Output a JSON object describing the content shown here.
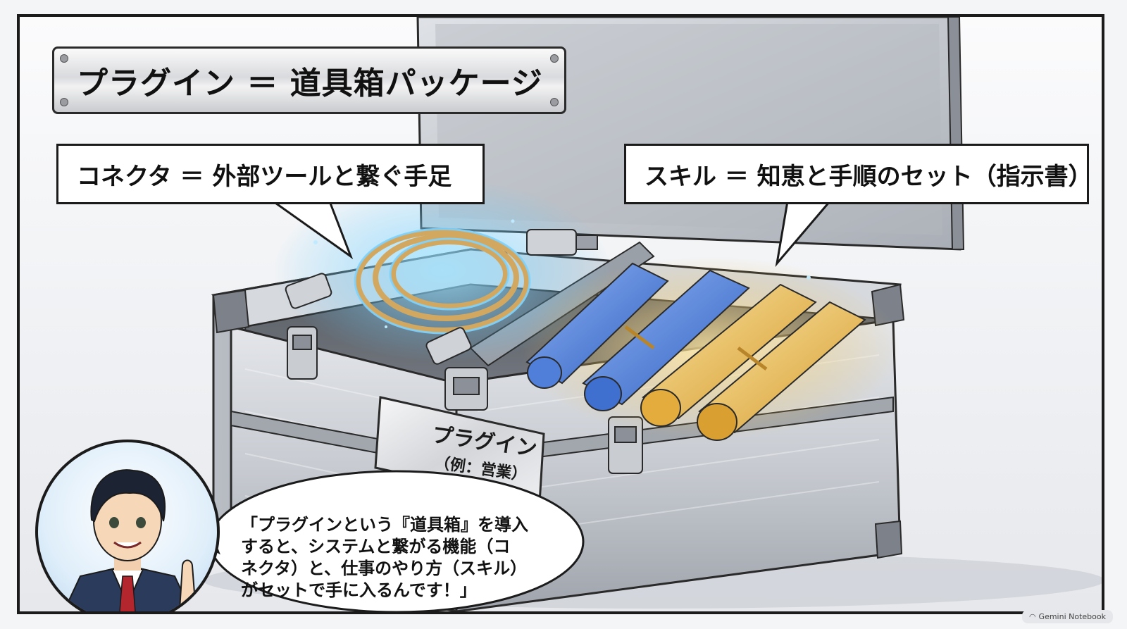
{
  "title": "プラグイン ＝ 道具箱パッケージ",
  "labels": {
    "connector": "コネクタ ＝ 外部ツールと繋ぐ手足",
    "skill": "スキル ＝ 知恵と手順のセット（指示書）"
  },
  "case_plate": {
    "main": "プラグイン",
    "sub": "（例：営業）"
  },
  "speech": {
    "lines": [
      "「プラグインという『道具箱』を導入",
      "すると、システムと繋がる機能（コ",
      "ネクタ）と、仕事のやり方（スキル）",
      "がセットで手に入るんです！」"
    ]
  },
  "watermark": {
    "text": "Gemini Notebook",
    "icon": "gemini-icon"
  },
  "colors": {
    "cable_glow": "#5fc8ff",
    "scroll_blue": "#3f73d6",
    "scroll_gold": "#e9b949",
    "metal": "#b9bdc4"
  }
}
